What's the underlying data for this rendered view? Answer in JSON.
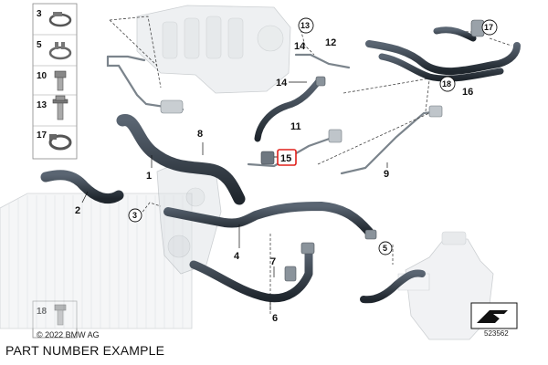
{
  "legend_items": [
    {
      "number": "3",
      "icon": "hose-clamp-icon"
    },
    {
      "number": "5",
      "icon": "spring-clamp-icon"
    },
    {
      "number": "10",
      "icon": "hex-bolt-icon"
    },
    {
      "number": "13",
      "icon": "flange-bolt-icon"
    },
    {
      "number": "17",
      "icon": "band-clamp-icon"
    }
  ],
  "legend_bottom": {
    "number": "18",
    "icon": "torx-bolt-icon"
  },
  "callouts": {
    "c1": "1",
    "c2": "2",
    "c3": "3",
    "c4": "4",
    "c5": "5",
    "c6": "6",
    "c7": "7",
    "c8": "8",
    "c9": "9",
    "c11": "11",
    "c12": "12",
    "c13": "13",
    "c14a": "14",
    "c14b": "14",
    "c15": "15",
    "c16": "16",
    "c17": "17",
    "c18": "18"
  },
  "highlight_color": "#e0201b",
  "copyright": "© 2022 BMW AG",
  "diagram_id": "523562",
  "caption": "PART NUMBER EXAMPLE"
}
